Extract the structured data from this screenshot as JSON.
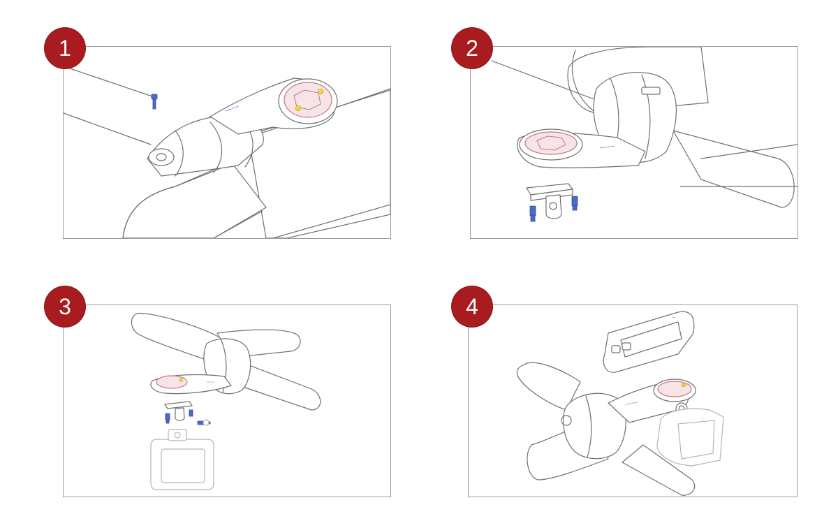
{
  "steps": [
    {
      "number": "1"
    },
    {
      "number": "2"
    },
    {
      "number": "3"
    },
    {
      "number": "4"
    }
  ],
  "colors": {
    "badge": "#a81c1f",
    "outline": "#6f6f6f",
    "screws": "#4a6cc8",
    "mount_face": "#f6e4e6"
  }
}
